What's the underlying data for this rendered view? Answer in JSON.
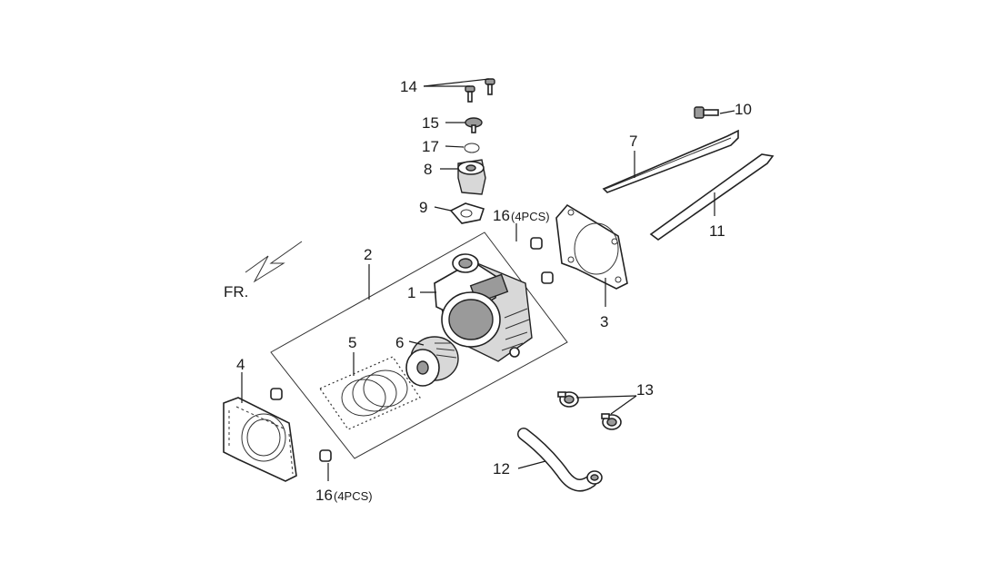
{
  "callouts": {
    "c1": "1",
    "c2": "2",
    "c3": "3",
    "c4": "4",
    "c5": "5",
    "c6": "6",
    "c7": "7",
    "c8": "8",
    "c9": "9",
    "c10": "10",
    "c11": "11",
    "c12": "12",
    "c13": "13",
    "c14": "14",
    "c15": "15",
    "c16_top": "16",
    "c16_top_qty": "(4PCS)",
    "c16_bottom": "16",
    "c16_bottom_qty": "(4PCS)",
    "c17": "17"
  },
  "direction_label": "FR.",
  "colors": {
    "ink": "#1a1a1a",
    "shade": "#d8d8d8",
    "dark": "#9a9a9a",
    "background": "#ffffff"
  }
}
